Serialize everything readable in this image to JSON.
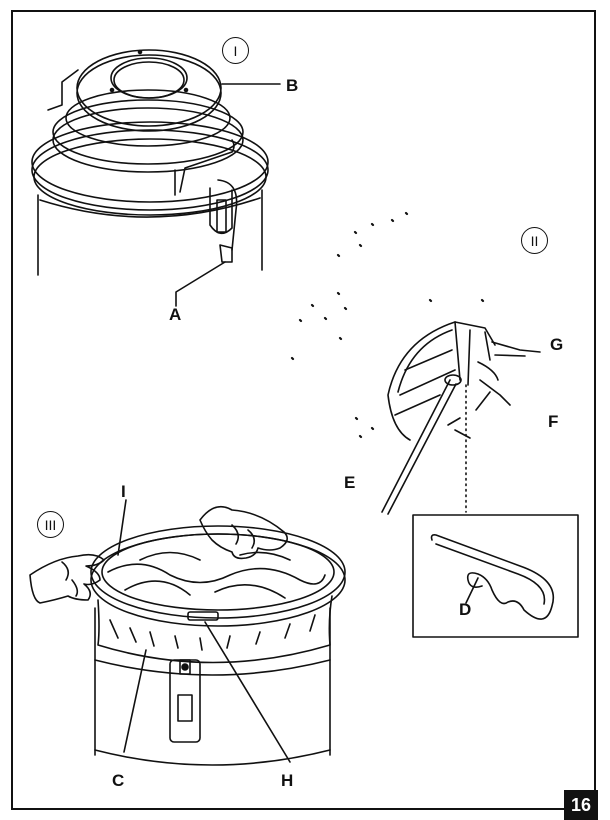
{
  "steps": {
    "step1": "I",
    "step2": "II",
    "step3": "III"
  },
  "labels": {
    "A": "A",
    "B": "B",
    "C": "C",
    "D": "D",
    "E": "E",
    "F": "F",
    "G": "G",
    "H": "H",
    "I": "I"
  },
  "page_number": "16"
}
